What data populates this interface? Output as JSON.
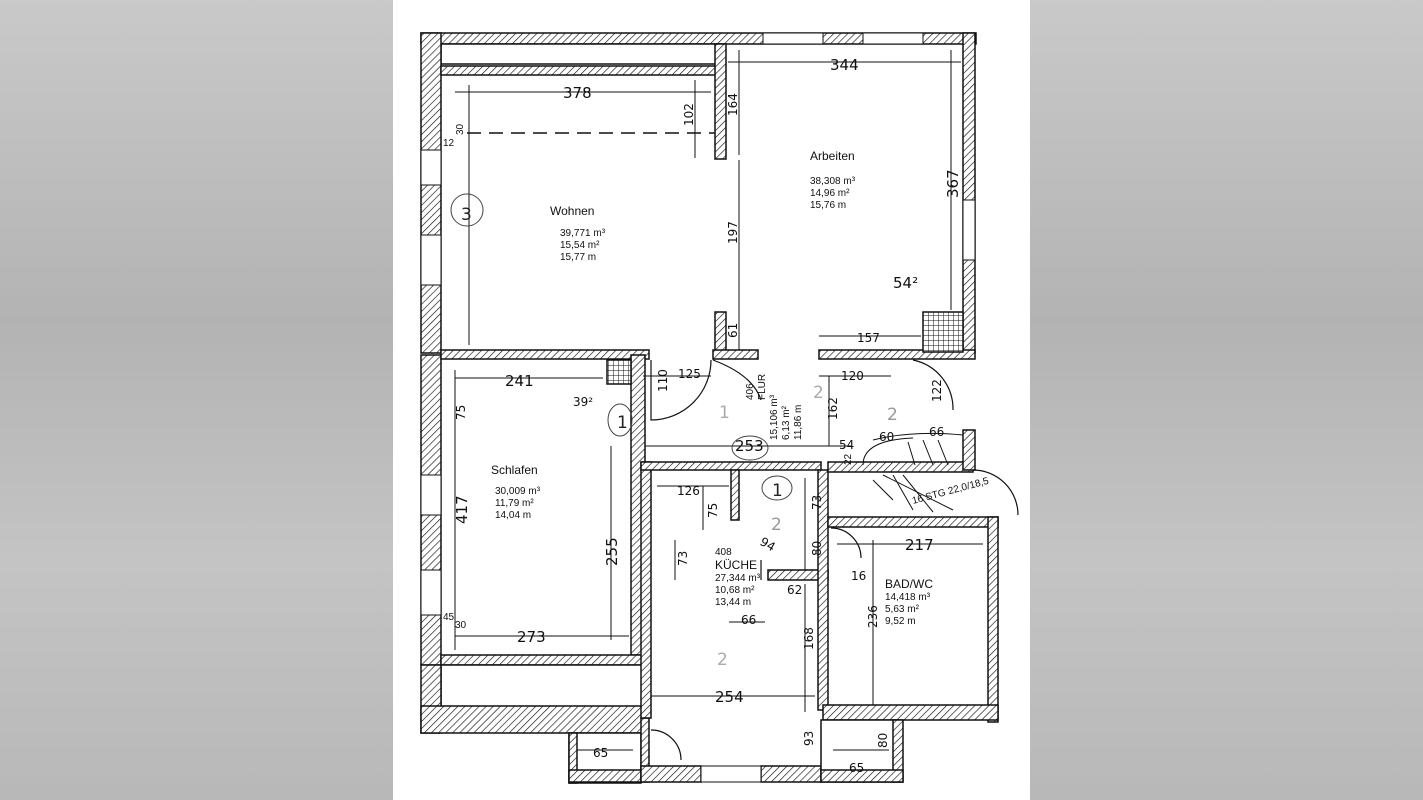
{
  "rooms": {
    "wohnen": {
      "name": "Wohnen",
      "a1": "39,771 m³",
      "a2": "15,54 m²",
      "a3": "15,77 m"
    },
    "arbeiten": {
      "name": "Arbeiten",
      "a1": "38,308 m³",
      "a2": "14,96 m²",
      "a3": "15,76 m"
    },
    "schlafen": {
      "name": "Schlafen",
      "a1": "30,009 m³",
      "a2": "11,79 m²",
      "a3": "14,04 m"
    },
    "kueche": {
      "num": "408",
      "name": "KÜCHE",
      "a1": "27,344 m³",
      "a2": "10,68 m²",
      "a3": "13,44 m"
    },
    "bad": {
      "name": "BAD/WC",
      "a1": "14,418 m³",
      "a2": "5,63 m²",
      "a3": "9,52 m"
    },
    "flur": {
      "num": "406",
      "name": "FLUR",
      "a1": "15,106 m³",
      "a2": "6,13 m²",
      "a3": "11,86 m"
    }
  },
  "dimensions": {
    "d344": "344",
    "d378": "378",
    "d102": "102",
    "d164": "164",
    "d367": "367",
    "d197": "197",
    "d61": "61",
    "d157": "157",
    "d54sq": "54²",
    "d241": "241",
    "d75a": "75",
    "d39sq": "39²",
    "d125": "125",
    "d110": "110",
    "d120": "120",
    "d122": "122",
    "d162": "162",
    "d253": "253",
    "d54": "54",
    "d417": "417",
    "d255": "255",
    "d273": "273",
    "d126": "126",
    "d75b": "75",
    "d73a": "73",
    "d73b": "73",
    "d80a": "80",
    "d94": "94",
    "d62": "62",
    "d66": "66",
    "d168": "168",
    "d217": "217",
    "d236": "236",
    "d16": "16",
    "d254": "254",
    "d93": "93",
    "d65a": "65",
    "d65b": "65",
    "d80b": "80",
    "d30a": "30",
    "d12": "12",
    "d30b": "30",
    "d45": "45",
    "d22": "22",
    "d60": "60",
    "d66b": "66",
    "stairs": "16 STG  22,0/18,5"
  },
  "annotations": {
    "wohnen_num": "3",
    "schlafen_num": "1",
    "flur_num": "2",
    "hall_num": "1",
    "flur_num2": "2",
    "kueche_num": "2",
    "small_1": "1",
    "small_2": "2"
  },
  "colors": {
    "ink": "#111111",
    "paper": "#ffffff",
    "backdrop": "#bdbdbd"
  }
}
